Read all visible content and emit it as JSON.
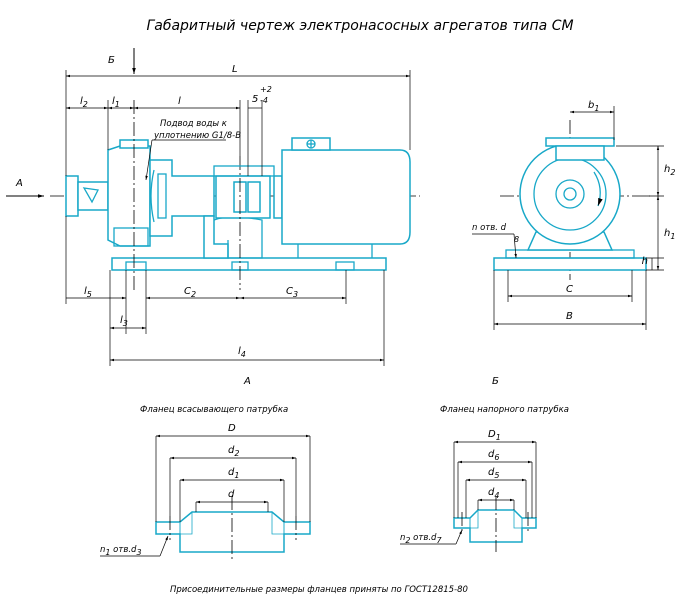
{
  "title": "Габаритный чертеж электронасосных агрегатов типа СМ",
  "views": {
    "view_a_label": "А",
    "view_b_label": "Б"
  },
  "side_view": {
    "dims": {
      "L": "L",
      "l2": "l",
      "l2_sub": "2",
      "l1": "l",
      "l1_sub": "1",
      "l": "l",
      "s": "5",
      "s_tol_up": "+2",
      "s_tol_down": "-4",
      "l5": "l",
      "l5_sub": "5",
      "l3": "l",
      "l3_sub": "3",
      "l4": "l",
      "l4_sub": "4",
      "c2": "C",
      "c2_sub": "2",
      "c3": "C",
      "c3_sub": "3"
    },
    "water_note_line1": "Подвод воды к",
    "water_note_line2": "уплотнению G1/8-B"
  },
  "front_view": {
    "dims": {
      "b1": "b",
      "b1_sub": "1",
      "h2": "h",
      "h2_sub": "2",
      "h1": "h",
      "h1_sub": "1",
      "h": "h",
      "c": "C",
      "b": "B",
      "holes": "n отв. d",
      "b_small": "8"
    }
  },
  "suction_flange": {
    "view_label": "А",
    "caption": "Фланец всасывающего патрубка",
    "d_outer": "D",
    "d2": "d",
    "d2_sub": "2",
    "d1": "d",
    "d1_sub": "1",
    "d": "d",
    "holes": "n",
    "holes_sub": "1",
    "holes_rest": " отв.d",
    "holes_sub2": "3"
  },
  "discharge_flange": {
    "view_label": "Б",
    "caption": "Фланец напорного патрубка",
    "d_outer": "D",
    "d_outer_sub": "1",
    "d6": "d",
    "d6_sub": "6",
    "d5": "d",
    "d5_sub": "5",
    "d4": "d",
    "d4_sub": "4",
    "holes": "n",
    "holes_sub": "2",
    "holes_rest": " отв.d",
    "holes_sub2": "7"
  },
  "footnote": "Присоединительные размеры фланцев приняты по ГОСТ12815-80"
}
